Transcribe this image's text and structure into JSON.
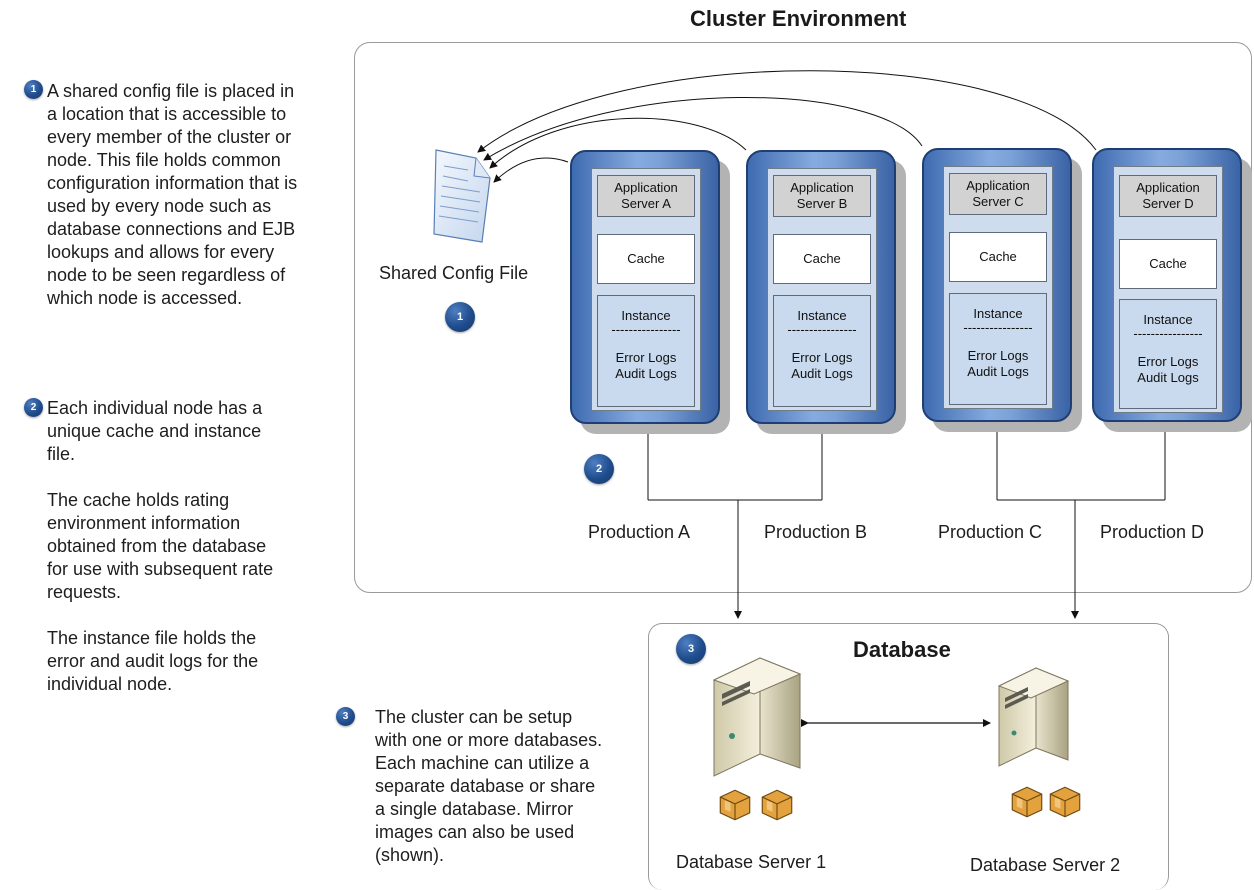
{
  "cluster": {
    "title": "Cluster Environment"
  },
  "shared_config": {
    "label": "Shared Config File",
    "badge": "1"
  },
  "cluster_badge_2": "2",
  "nodes": [
    {
      "app_line1": "Application",
      "app_line2": "Server A",
      "cache": "Cache",
      "instance": "Instance",
      "divider": "----------------",
      "log1": "Error Logs",
      "log2": "Audit Logs",
      "production": "Production A"
    },
    {
      "app_line1": "Application",
      "app_line2": "Server B",
      "cache": "Cache",
      "instance": "Instance",
      "divider": "----------------",
      "log1": "Error Logs",
      "log2": "Audit Logs",
      "production": "Production B"
    },
    {
      "app_line1": "Application",
      "app_line2": "Server C",
      "cache": "Cache",
      "instance": "Instance",
      "divider": "----------------",
      "log1": "Error Logs",
      "log2": "Audit Logs",
      "production": "Production C"
    },
    {
      "app_line1": "Application",
      "app_line2": "Server D",
      "cache": "Cache",
      "instance": "Instance",
      "divider": "----------------",
      "log1": "Error Logs",
      "log2": "Audit Logs",
      "production": "Production D"
    }
  ],
  "database": {
    "title": "Database",
    "badge": "3",
    "server1": "Database Server 1",
    "server2": "Database Server 2"
  },
  "notes": {
    "note1": {
      "badge": "1",
      "lines": [
        "A shared config file is placed in",
        "a location that is accessible to",
        "every member of the cluster or",
        "node. This file holds common",
        "configuration information that is",
        "used by every node such as",
        "database connections and EJB",
        "lookups and allows for every",
        "node to be seen regardless of",
        "which node is accessed."
      ]
    },
    "note2": {
      "badge": "2",
      "para1": [
        "Each individual node has a",
        "unique cache and instance",
        "file."
      ],
      "para2": [
        "The cache holds rating",
        "environment information",
        "obtained from the database",
        "for use with subsequent rate",
        "requests."
      ],
      "para3": [
        "The instance file holds the",
        "error and audit logs for the",
        "individual node."
      ]
    },
    "note3": {
      "badge": "3",
      "lines": [
        "The cluster can be setup",
        "with one or more databases.",
        "Each machine can utilize a",
        "separate database or share",
        "a single database. Mirror",
        "images can also be used",
        "(shown)."
      ]
    }
  },
  "colors": {
    "badge": "#1f4c8c",
    "node_border": "#1f3e73",
    "node_fill": "#7ba1d8",
    "instance_fill": "#c9d9ee",
    "app_fill": "#d2d2d2",
    "panel_border": "#9a9a9a",
    "crate": "#e0a040"
  },
  "icons": [
    "document-icon",
    "server-tower-icon",
    "crate-icon",
    "step-badge"
  ]
}
